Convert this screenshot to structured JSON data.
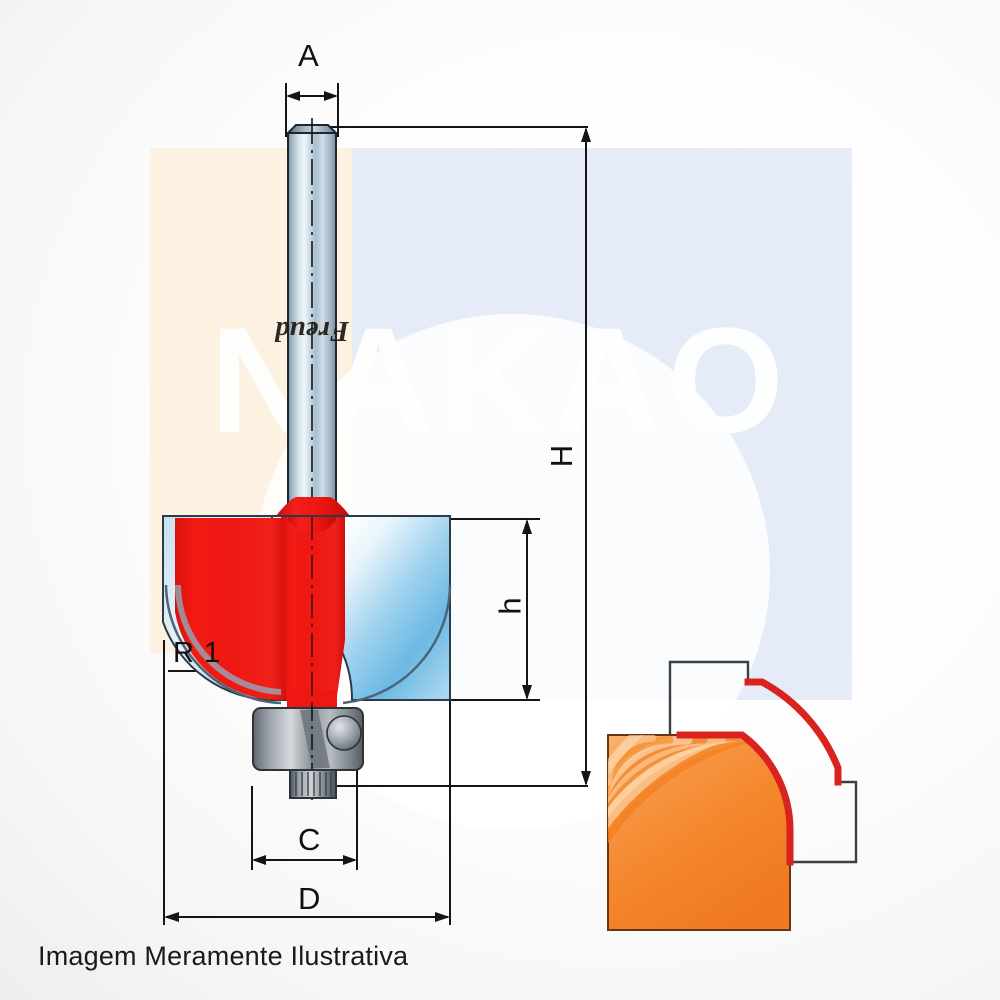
{
  "illustration": {
    "caption": "Imagem Meramente Ilustrativa",
    "brand_on_shank": "Freud",
    "watermark": "NAKAO"
  },
  "dimensions": {
    "A": "A",
    "C": "C",
    "D": "D",
    "H": "H",
    "h": "h",
    "R": "R 1"
  },
  "colors": {
    "cutter_red": "#ef1c18",
    "carbide_blue": "#b9dcf2",
    "shank_steel": "#b6c8d6",
    "bearing_gray": "#8d9299",
    "wood_orange": "#f4862c",
    "wood_light": "#fbc38a",
    "profile_red": "#d8231f",
    "panel_cream": "#fdf1e0",
    "panel_blue": "#e6ecf7",
    "line_black": "#1b1b1b",
    "background_gray": "#e2e2e4"
  },
  "panels": {
    "cream_label": "cream-backdrop-panel",
    "blue_label": "blue-backdrop-panel"
  },
  "parts": {
    "shank": "shank",
    "cutter_body": "cutter-body",
    "carbide_wing_left": "carbide-cutting-edge-left",
    "carbide_wing_right": "carbide-cutting-edge-right",
    "bearing": "guide-bearing",
    "screw": "bearing-screw"
  },
  "profile_demo": {
    "workpiece": "wood-workpiece",
    "cut_profile": "roundover-profile-outline"
  }
}
